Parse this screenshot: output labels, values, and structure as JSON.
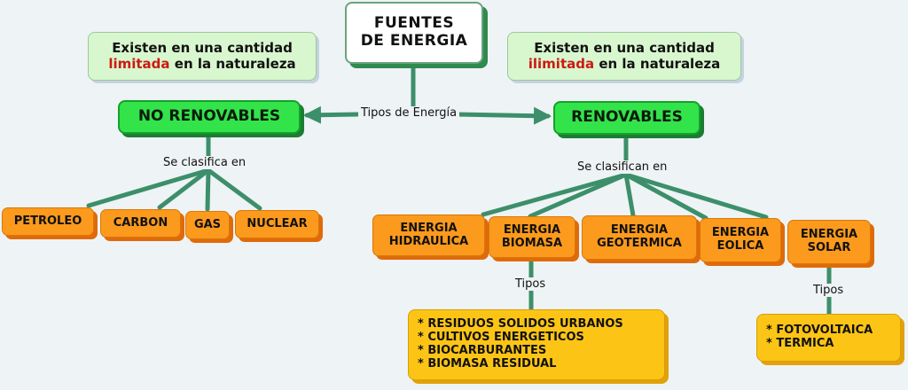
{
  "root": {
    "line1": "FUENTES",
    "line2": "DE ENERGIA"
  },
  "link_labels": {
    "tipos_energia": "Tipos de Energía",
    "se_clasifica_en": "Se clasifica en",
    "se_clasifican_en": "Se clasifican en",
    "tipos_biomasa": "Tipos",
    "tipos_solar": "Tipos"
  },
  "notes": {
    "left": {
      "line1": "Existen en una cantidad",
      "highlight": "limitada",
      "rest": " en la naturaleza"
    },
    "right": {
      "line1": "Existen en una cantidad",
      "highlight": "ilimitada",
      "rest": " en la naturaleza"
    }
  },
  "categories": {
    "no_renovables": "NO RENOVABLES",
    "renovables": "RENOVABLES"
  },
  "no_renovables": [
    "PETROLEO",
    "CARBON",
    "GAS",
    "NUCLEAR"
  ],
  "renovables": {
    "hidraulica": {
      "line1": "ENERGIA",
      "line2": "HIDRAULICA"
    },
    "biomasa": {
      "line1": "ENERGIA",
      "line2": "BIOMASA"
    },
    "geotermica": {
      "line1": "ENERGIA",
      "line2": "GEOTERMICA"
    },
    "eolica": {
      "line1": "ENERGIA",
      "line2": "EOLICA"
    },
    "solar": {
      "line1": "ENERGIA",
      "line2": "SOLAR"
    }
  },
  "biomasa_tipos": [
    "* RESIDUOS SOLIDOS URBANOS",
    "* CULTIVOS ENERGETICOS",
    "* BIOCARBURANTES",
    "* BIOMASA RESIDUAL"
  ],
  "solar_tipos": [
    "* FOTOVOLTAICA",
    "* TERMICA"
  ],
  "colors": {
    "link": "#3c8f6a",
    "category": "#33e34a",
    "leaf": "#fb9a1c",
    "list": "#fcc516",
    "highlight": "#cc1a12"
  }
}
